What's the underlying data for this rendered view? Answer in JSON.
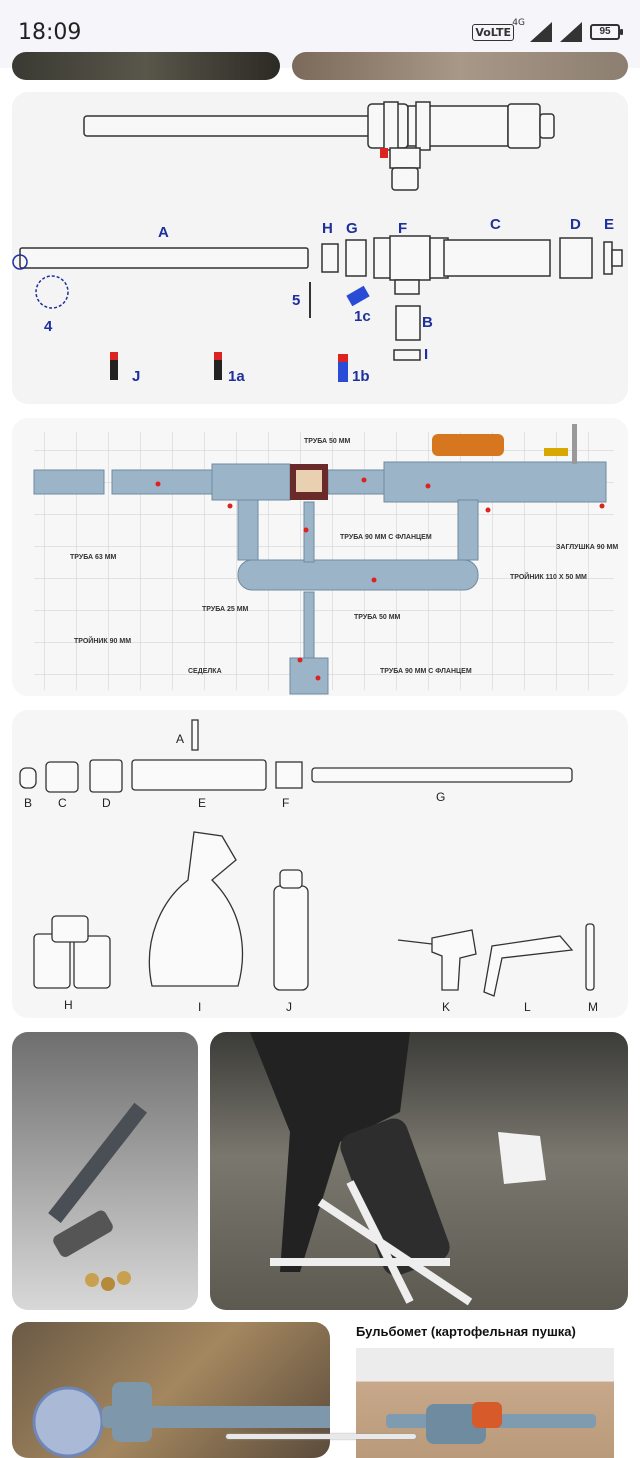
{
  "status": {
    "time": "18:09",
    "volte": "VoLTE",
    "network": "4G",
    "battery": "95"
  },
  "diagram1": {
    "labels": {
      "A": "A",
      "H": "H",
      "G": "G",
      "F": "F",
      "C": "C",
      "D": "D",
      "E": "E",
      "five": "5",
      "four": "4",
      "B": "B",
      "I": "I",
      "onec": "1c",
      "J": "J",
      "onea": "1a",
      "oneb": "1b"
    }
  },
  "diagram2": {
    "labels": {
      "pipe50_top": "ТРУБА 50 ММ",
      "pipe63": "ТРУБА 63 ММ",
      "pipe90_flange_top": "ТРУБА 90 ММ С ФЛАНЦЕМ",
      "cap90": "ЗАГЛУШКА 90 ММ",
      "tee110": "ТРОЙНИК 110 Х 50 ММ",
      "pipe25": "ТРУБА 25 ММ",
      "pipe50_bottom": "ТРУБА 50 ММ",
      "tee90": "ТРОЙНИК 90 ММ",
      "saddle": "СЕДЕЛКА",
      "pipe90_flange_bottom": "ТРУБА 90 ММ С ФЛАНЦЕМ"
    }
  },
  "diagram3": {
    "labels": {
      "A": "A",
      "B": "B",
      "C": "C",
      "D": "D",
      "E": "E",
      "F": "F",
      "G": "G",
      "H": "H",
      "I": "I",
      "J": "J",
      "K": "K",
      "L": "L",
      "M": "M"
    }
  },
  "result": {
    "caption": "Бульбомет (картофельная пушка)"
  }
}
